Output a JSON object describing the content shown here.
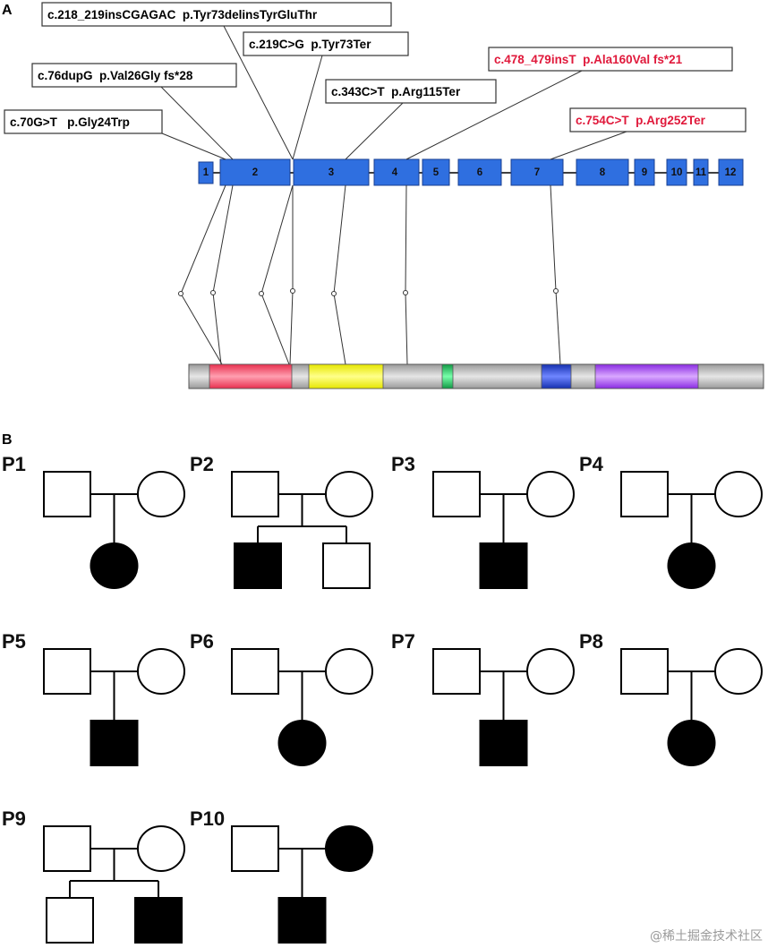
{
  "panels": {
    "a_label": "A",
    "b_label": "B"
  },
  "mutations": [
    {
      "id": "m1",
      "text": "c.70G>T   p.Gly24Trp",
      "color": "#000000"
    },
    {
      "id": "m2",
      "text": "c.76dupG  p.Val26Gly fs*28",
      "color": "#000000"
    },
    {
      "id": "m3",
      "text": "c.218_219insCGAGAC  p.Tyr73delinsTyrGluThr",
      "color": "#000000"
    },
    {
      "id": "m4",
      "text": "c.219C>G  p.Tyr73Ter",
      "color": "#000000"
    },
    {
      "id": "m5",
      "text": "c.343C>T  p.Arg115Ter",
      "color": "#000000"
    },
    {
      "id": "m6",
      "text": "c.478_479insT  p.Ala160Val fs*21",
      "color": "#e0193b"
    },
    {
      "id": "m7",
      "text": "c.754C>T  p.Arg252Ter",
      "color": "#e0193b"
    }
  ],
  "exons": [
    "1",
    "2",
    "3",
    "4",
    "5",
    "6",
    "7",
    "8",
    "9",
    "10",
    "11",
    "12"
  ],
  "protein_domains": [
    {
      "name": "pink-domain",
      "color": "#ff5a78"
    },
    {
      "name": "yellow-domain",
      "color": "#ffff33"
    },
    {
      "name": "green-domain",
      "color": "#22cc66"
    },
    {
      "name": "blue-domain",
      "color": "#2244dd"
    },
    {
      "name": "purple-domain",
      "color": "#a040f0"
    }
  ],
  "pedigrees": [
    {
      "label": "P1",
      "father": "empty",
      "mother": "empty",
      "children": [
        {
          "sex": "female",
          "affected": true
        }
      ]
    },
    {
      "label": "P2",
      "father": "empty",
      "mother": "empty",
      "children": [
        {
          "sex": "male",
          "affected": true
        },
        {
          "sex": "male",
          "affected": false
        }
      ]
    },
    {
      "label": "P3",
      "father": "empty",
      "mother": "empty",
      "children": [
        {
          "sex": "male",
          "affected": true
        }
      ]
    },
    {
      "label": "P4",
      "father": "empty",
      "mother": "empty",
      "children": [
        {
          "sex": "female",
          "affected": true
        }
      ]
    },
    {
      "label": "P5",
      "father": "empty",
      "mother": "empty",
      "children": [
        {
          "sex": "male",
          "affected": true
        }
      ]
    },
    {
      "label": "P6",
      "father": "empty",
      "mother": "empty",
      "children": [
        {
          "sex": "female",
          "affected": true
        }
      ]
    },
    {
      "label": "P7",
      "father": "empty",
      "mother": "empty",
      "children": [
        {
          "sex": "male",
          "affected": true
        }
      ]
    },
    {
      "label": "P8",
      "father": "empty",
      "mother": "empty",
      "children": [
        {
          "sex": "female",
          "affected": true
        }
      ]
    },
    {
      "label": "P9",
      "father": "empty",
      "mother": "empty",
      "children": [
        {
          "sex": "male",
          "affected": false
        },
        {
          "sex": "male",
          "affected": true
        }
      ]
    },
    {
      "label": "P10",
      "father": "empty",
      "mother": "filled",
      "children": [
        {
          "sex": "male",
          "affected": true
        }
      ]
    }
  ],
  "watermark": "@稀土掘金技术社区"
}
